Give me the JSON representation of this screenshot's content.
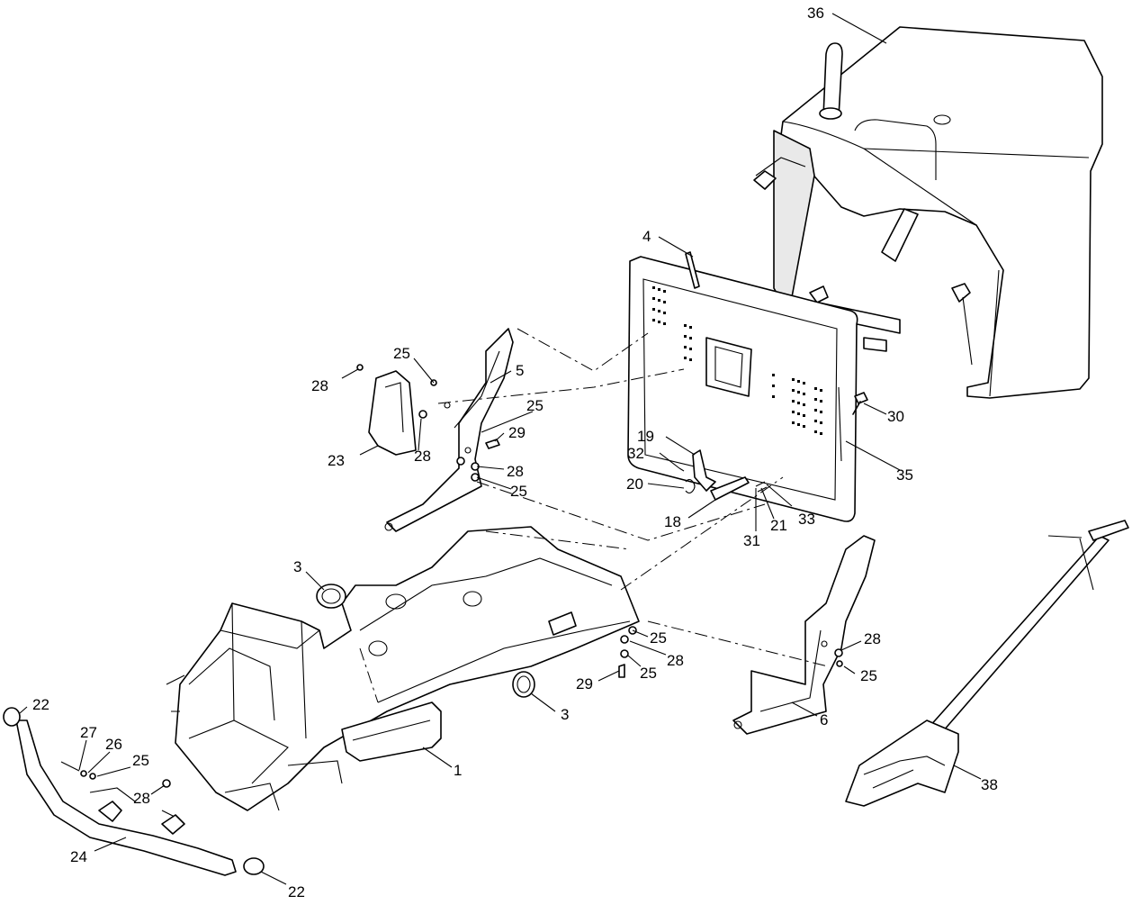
{
  "callouts": {
    "c36": "36",
    "c4": "4",
    "c5": "5",
    "c25a": "25",
    "c28a": "28",
    "c25b": "25",
    "c29a": "29",
    "c23": "23",
    "c28b": "28",
    "c28c": "28",
    "c25c": "25",
    "c19": "19",
    "c32": "32",
    "c20": "20",
    "c18": "18",
    "c31": "31",
    "c21": "21",
    "c33": "33",
    "c30": "30",
    "c35": "35",
    "c3a": "3",
    "c3b": "3",
    "c25d": "25",
    "c28d": "28",
    "c29b": "29",
    "c25e": "25",
    "c28e": "28",
    "c25f": "25",
    "c6": "6",
    "c22a": "22",
    "c27": "27",
    "c26": "26",
    "c25g": "25",
    "c28f": "28",
    "c1": "1",
    "c24": "24",
    "c22b": "22",
    "c38": "38"
  }
}
